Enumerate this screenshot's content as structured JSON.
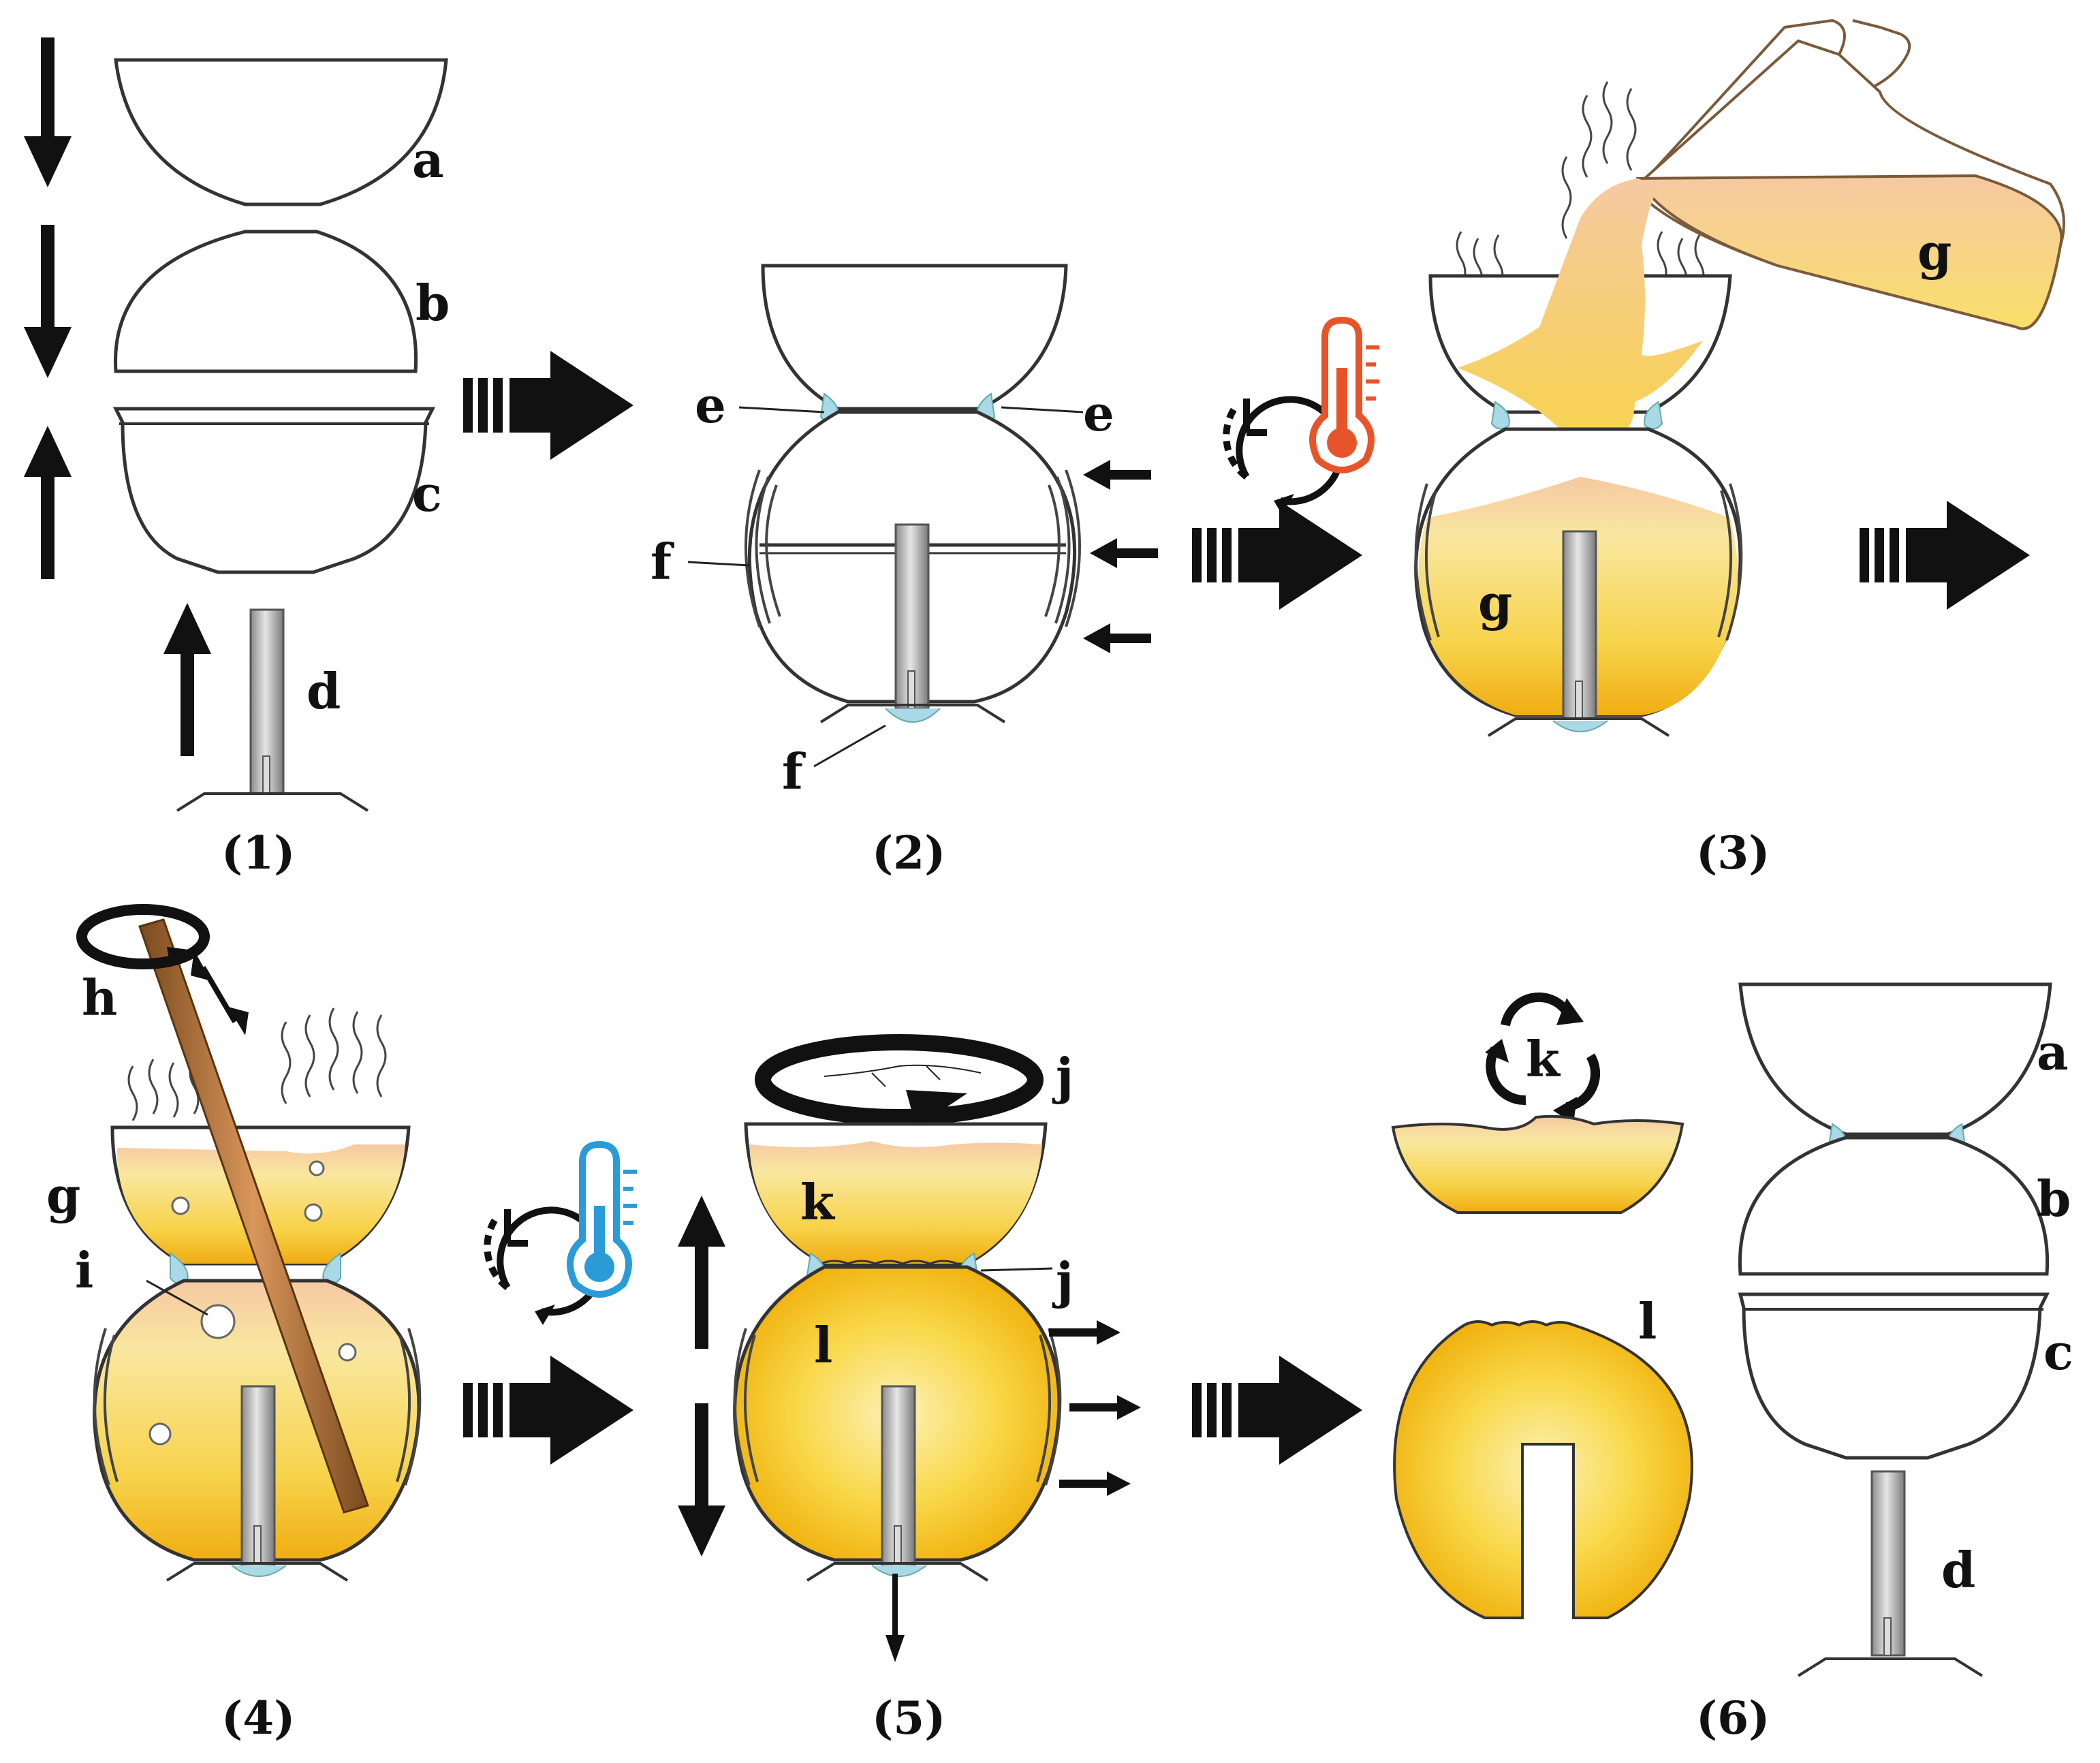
{
  "figure": {
    "steps": [
      {
        "id": "1",
        "label": "(1)"
      },
      {
        "id": "2",
        "label": "(2)"
      },
      {
        "id": "3",
        "label": "(3)"
      },
      {
        "id": "4",
        "label": "(4)"
      },
      {
        "id": "5",
        "label": "(5)"
      },
      {
        "id": "6",
        "label": "(6)"
      }
    ],
    "labels": {
      "a": "a",
      "b": "b",
      "c": "c",
      "d": "d",
      "e": "e",
      "f": "f",
      "g": "g",
      "h": "h",
      "i": "i",
      "j": "j",
      "k": "k",
      "l": "l"
    },
    "colors": {
      "outline": "#333333",
      "arrow": "#111111",
      "liquid_top": "#f6c9a2",
      "liquid_mid": "#f9e28a",
      "liquid_bottom": "#f2b51a",
      "seal": "#a9d8e6",
      "rod": "#9a9a9a",
      "stirrer": "#b8753a",
      "hot": "#e8542a",
      "cold": "#2a9bd7"
    },
    "icons": [
      "timer-icon",
      "thermometer-hot-icon",
      "thermometer-cold-icon",
      "rotate-arrows-icon",
      "process-arrow-icon"
    ]
  }
}
